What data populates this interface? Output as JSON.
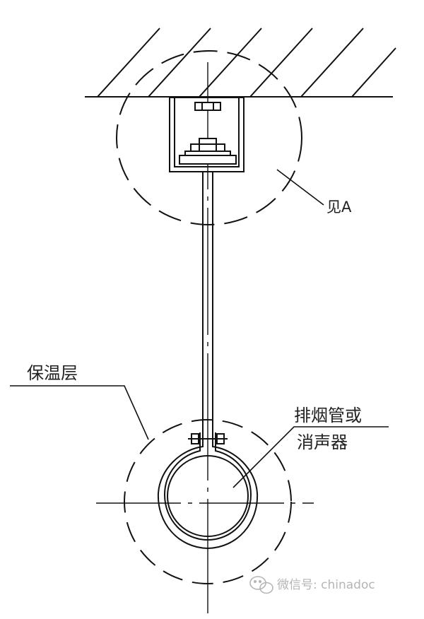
{
  "labels": {
    "detail_ref": "见A",
    "insulation": "保温层",
    "pipe_line1": "排烟管或",
    "pipe_line2": "消声器"
  },
  "watermark": {
    "text": "微信号: chinadoc",
    "icon": "wechat-icon"
  },
  "colors": {
    "line": "#111111",
    "text": "#222222",
    "watermark": "#b5b5b5"
  }
}
